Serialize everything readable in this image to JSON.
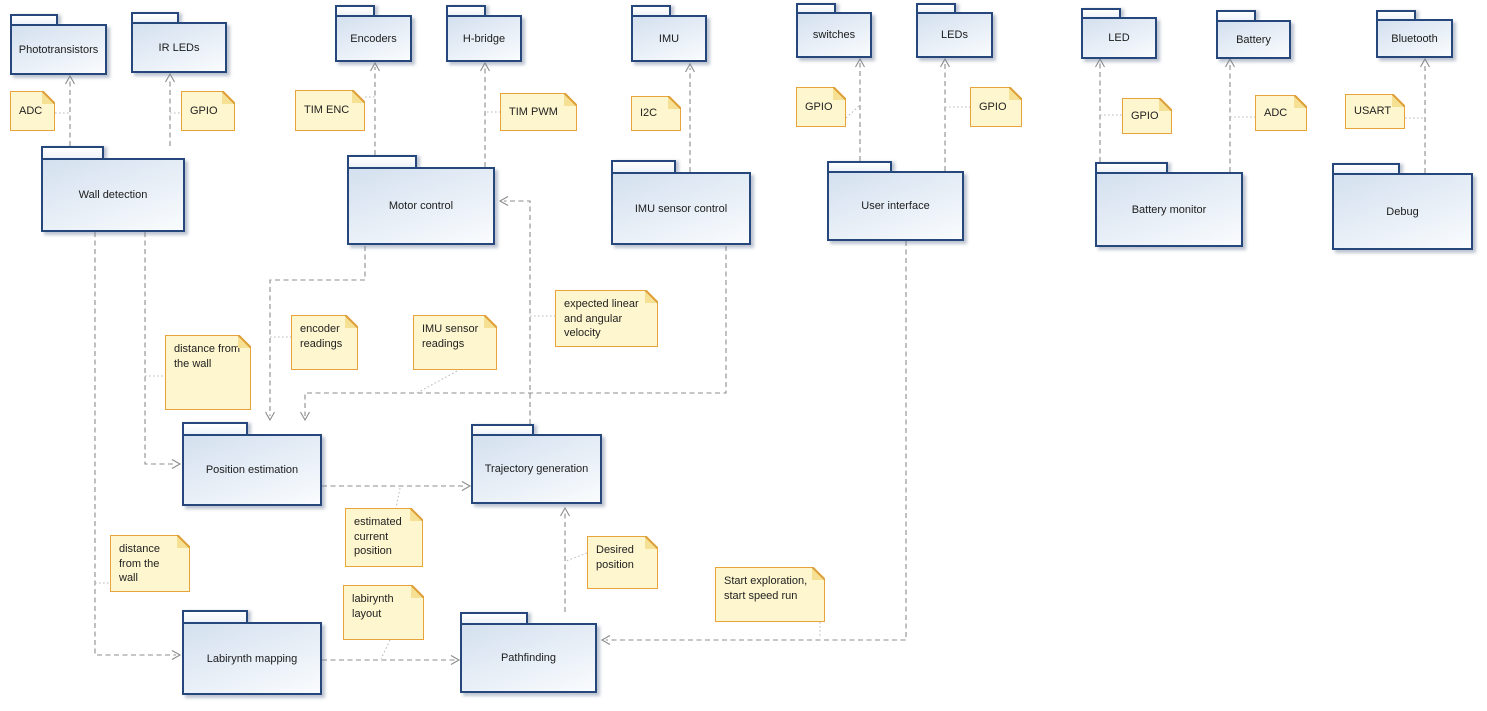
{
  "packages": [
    {
      "label": "Phototransistors"
    },
    {
      "label": "IR LEDs"
    },
    {
      "label": "Encoders"
    },
    {
      "label": "H-bridge"
    },
    {
      "label": "IMU"
    },
    {
      "label": "switches"
    },
    {
      "label": "LEDs"
    },
    {
      "label": "LED"
    },
    {
      "label": "Battery"
    },
    {
      "label": "Bluetooth"
    },
    {
      "label": "Wall detection"
    },
    {
      "label": "Motor control"
    },
    {
      "label": "IMU sensor control"
    },
    {
      "label": "User interface"
    },
    {
      "label": "Battery monitor"
    },
    {
      "label": "Debug"
    },
    {
      "label": "Position estimation"
    },
    {
      "label": "Trajectory generation"
    },
    {
      "label": "Labirynth mapping"
    },
    {
      "label": "Pathfinding"
    }
  ],
  "notes": [
    {
      "label": "ADC"
    },
    {
      "label": "GPIO"
    },
    {
      "label": "TIM ENC"
    },
    {
      "label": "TIM PWM"
    },
    {
      "label": "I2C"
    },
    {
      "label": "GPIO"
    },
    {
      "label": "GPIO"
    },
    {
      "label": "GPIO"
    },
    {
      "label": "ADC"
    },
    {
      "label": "USART"
    },
    {
      "label": "distance from the wall"
    },
    {
      "label": "encoder readings"
    },
    {
      "label": "IMU sensor readings"
    },
    {
      "label": "expected linear and angular velocity"
    },
    {
      "label": "estimated current position"
    },
    {
      "label": "Desired position"
    },
    {
      "label": "labirynth layout"
    },
    {
      "label": "Start exploration, start speed run"
    },
    {
      "label": "distance from the wall"
    }
  ],
  "colors": {
    "package_border": "#26477B",
    "package_fill": "#D4E0EF",
    "note_fill": "#FDF6CE",
    "note_border": "#E8A33D",
    "connector": "#8C8C8C"
  }
}
